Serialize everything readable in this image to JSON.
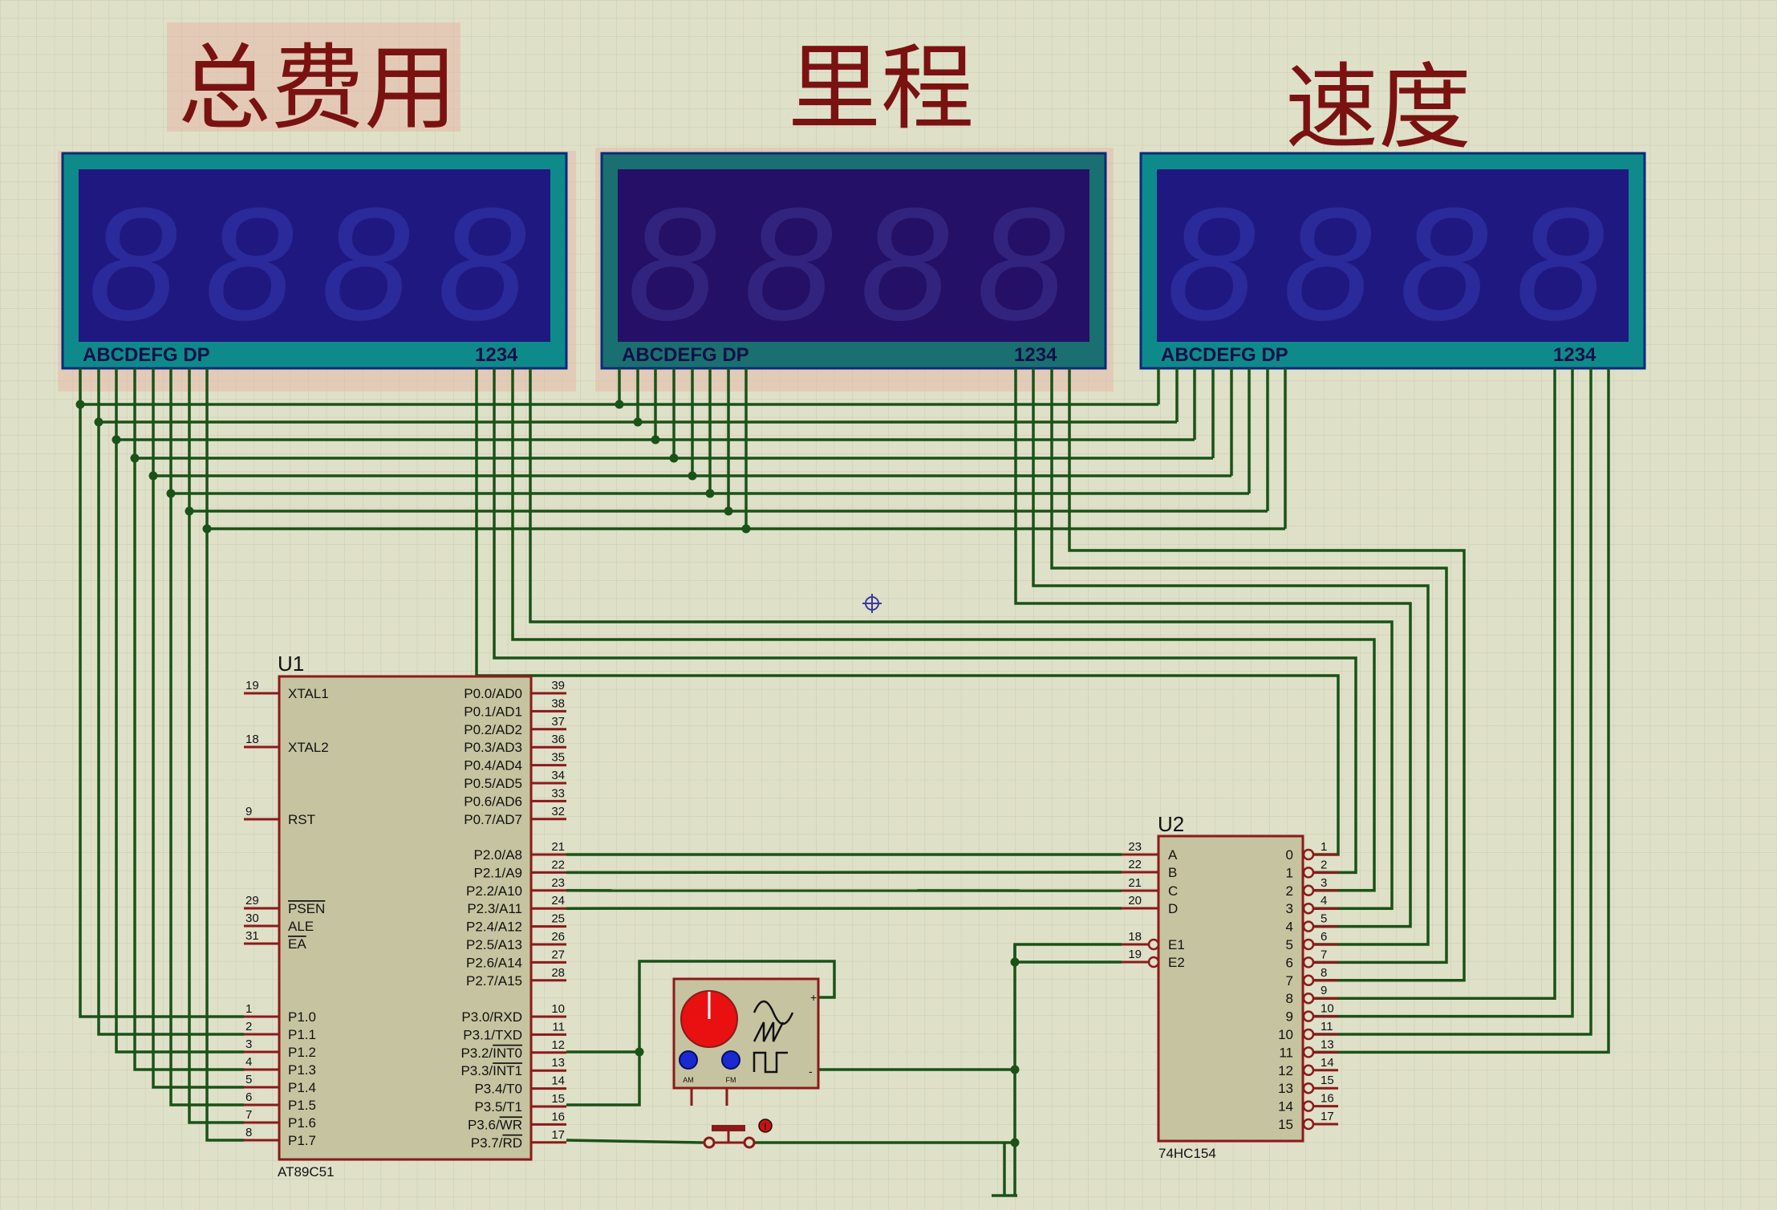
{
  "titles": {
    "total_fee": "总费用",
    "mileage": "里程",
    "speed": "速度"
  },
  "display": {
    "segment_label": "ABCDEFG DP",
    "digit_label": "1234",
    "digit_glyph": "8"
  },
  "u1": {
    "ref": "U1",
    "part": "AT89C51",
    "left_pins": [
      {
        "num": "19",
        "name": "XTAL1"
      },
      {
        "num": "18",
        "name": "XTAL2"
      },
      {
        "num": "9",
        "name": "RST"
      },
      {
        "num": "29",
        "name": "PSEN"
      },
      {
        "num": "30",
        "name": "ALE"
      },
      {
        "num": "31",
        "name": "EA"
      },
      {
        "num": "1",
        "name": "P1.0"
      },
      {
        "num": "2",
        "name": "P1.1"
      },
      {
        "num": "3",
        "name": "P1.2"
      },
      {
        "num": "4",
        "name": "P1.3"
      },
      {
        "num": "5",
        "name": "P1.4"
      },
      {
        "num": "6",
        "name": "P1.5"
      },
      {
        "num": "7",
        "name": "P1.6"
      },
      {
        "num": "8",
        "name": "P1.7"
      }
    ],
    "right_pins": [
      {
        "num": "39",
        "name": "P0.0/AD0"
      },
      {
        "num": "38",
        "name": "P0.1/AD1"
      },
      {
        "num": "37",
        "name": "P0.2/AD2"
      },
      {
        "num": "36",
        "name": "P0.3/AD3"
      },
      {
        "num": "35",
        "name": "P0.4/AD4"
      },
      {
        "num": "34",
        "name": "P0.5/AD5"
      },
      {
        "num": "33",
        "name": "P0.6/AD6"
      },
      {
        "num": "32",
        "name": "P0.7/AD7"
      },
      {
        "num": "21",
        "name": "P2.0/A8"
      },
      {
        "num": "22",
        "name": "P2.1/A9"
      },
      {
        "num": "23",
        "name": "P2.2/A10"
      },
      {
        "num": "24",
        "name": "P2.3/A11"
      },
      {
        "num": "25",
        "name": "P2.4/A12"
      },
      {
        "num": "26",
        "name": "P2.5/A13"
      },
      {
        "num": "27",
        "name": "P2.6/A14"
      },
      {
        "num": "28",
        "name": "P2.7/A15"
      },
      {
        "num": "10",
        "name": "P3.0/RXD"
      },
      {
        "num": "11",
        "name": "P3.1/TXD"
      },
      {
        "num": "12",
        "name": "P3.2/INT0"
      },
      {
        "num": "13",
        "name": "P3.3/INT1"
      },
      {
        "num": "14",
        "name": "P3.4/T0"
      },
      {
        "num": "15",
        "name": "P3.5/T1"
      },
      {
        "num": "16",
        "name": "P3.6/WR"
      },
      {
        "num": "17",
        "name": "P3.7/RD"
      }
    ]
  },
  "u2": {
    "ref": "U2",
    "part": "74HC154",
    "inputs": [
      {
        "num": "23",
        "name": "A"
      },
      {
        "num": "22",
        "name": "B"
      },
      {
        "num": "21",
        "name": "C"
      },
      {
        "num": "20",
        "name": "D"
      },
      {
        "num": "18",
        "name": "E1"
      },
      {
        "num": "19",
        "name": "E2"
      }
    ],
    "outputs": [
      {
        "num": "1",
        "name": "0"
      },
      {
        "num": "2",
        "name": "1"
      },
      {
        "num": "3",
        "name": "2"
      },
      {
        "num": "4",
        "name": "3"
      },
      {
        "num": "5",
        "name": "4"
      },
      {
        "num": "6",
        "name": "5"
      },
      {
        "num": "7",
        "name": "6"
      },
      {
        "num": "8",
        "name": "7"
      },
      {
        "num": "9",
        "name": "8"
      },
      {
        "num": "10",
        "name": "9"
      },
      {
        "num": "11",
        "name": "10"
      },
      {
        "num": "13",
        "name": "11"
      },
      {
        "num": "14",
        "name": "12"
      },
      {
        "num": "15",
        "name": "13"
      },
      {
        "num": "16",
        "name": "14"
      },
      {
        "num": "17",
        "name": "15"
      }
    ]
  },
  "generator": {
    "am_label": "AM",
    "fm_label": "FM",
    "plus": "+",
    "minus": "-"
  },
  "button": {
    "badge": "!"
  },
  "colors": {
    "background": "#dfe0c8",
    "grid": "#c8cab0",
    "wire": "#1a5218",
    "part_outline": "#8b1a1a",
    "part_fill": "#c6c4a0",
    "lcd_frame": "#0f8a8a",
    "lcd_screen": "#1f1880",
    "title_text": "#7a1212"
  }
}
